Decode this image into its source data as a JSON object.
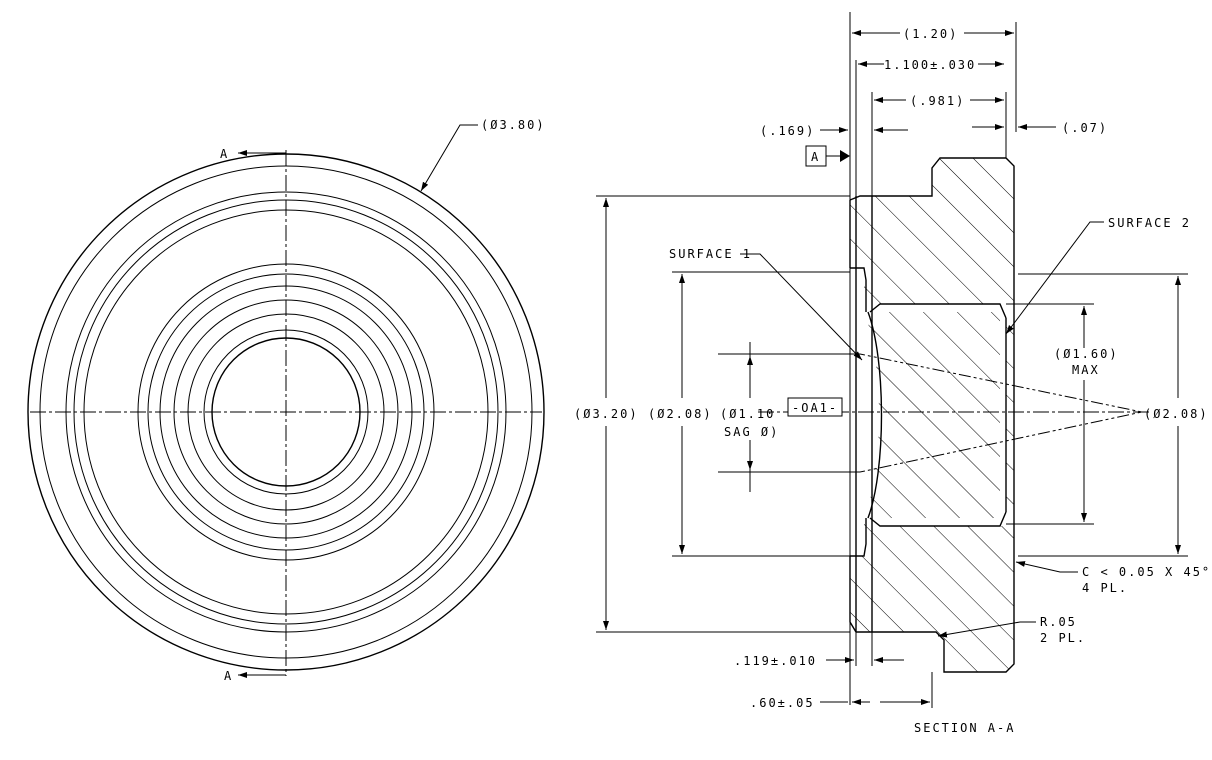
{
  "front_view": {
    "section_mark": "A",
    "outer_dia_label": "(Ø3.80)"
  },
  "section_view": {
    "title": "SECTION  A-A",
    "datum": "A",
    "surface1": "SURFACE 1",
    "surface2": "SURFACE 2",
    "oa_label": "-OA1-",
    "dims": {
      "overall_len": "(1.20)",
      "len_tol": "1.100±.030",
      "inner_len": "(.981)",
      "left_step": "(.169)",
      "right_step": "(.07)",
      "dia_320": "(Ø3.20)",
      "dia_208_left": "(Ø2.08)",
      "dia_110": "(Ø1.10",
      "sag": "SAG Ø)",
      "dia_160": "(Ø1.60)",
      "max": "MAX",
      "dia_208_right": "(Ø2.08)",
      "chamfer1": "C < 0.05 X 45°",
      "chamfer2": "4 PL.",
      "radius1": "R.05",
      "radius2": "2 PL.",
      "thick_tol": ".119±.010",
      "flange_tol": ".60±.05"
    }
  }
}
